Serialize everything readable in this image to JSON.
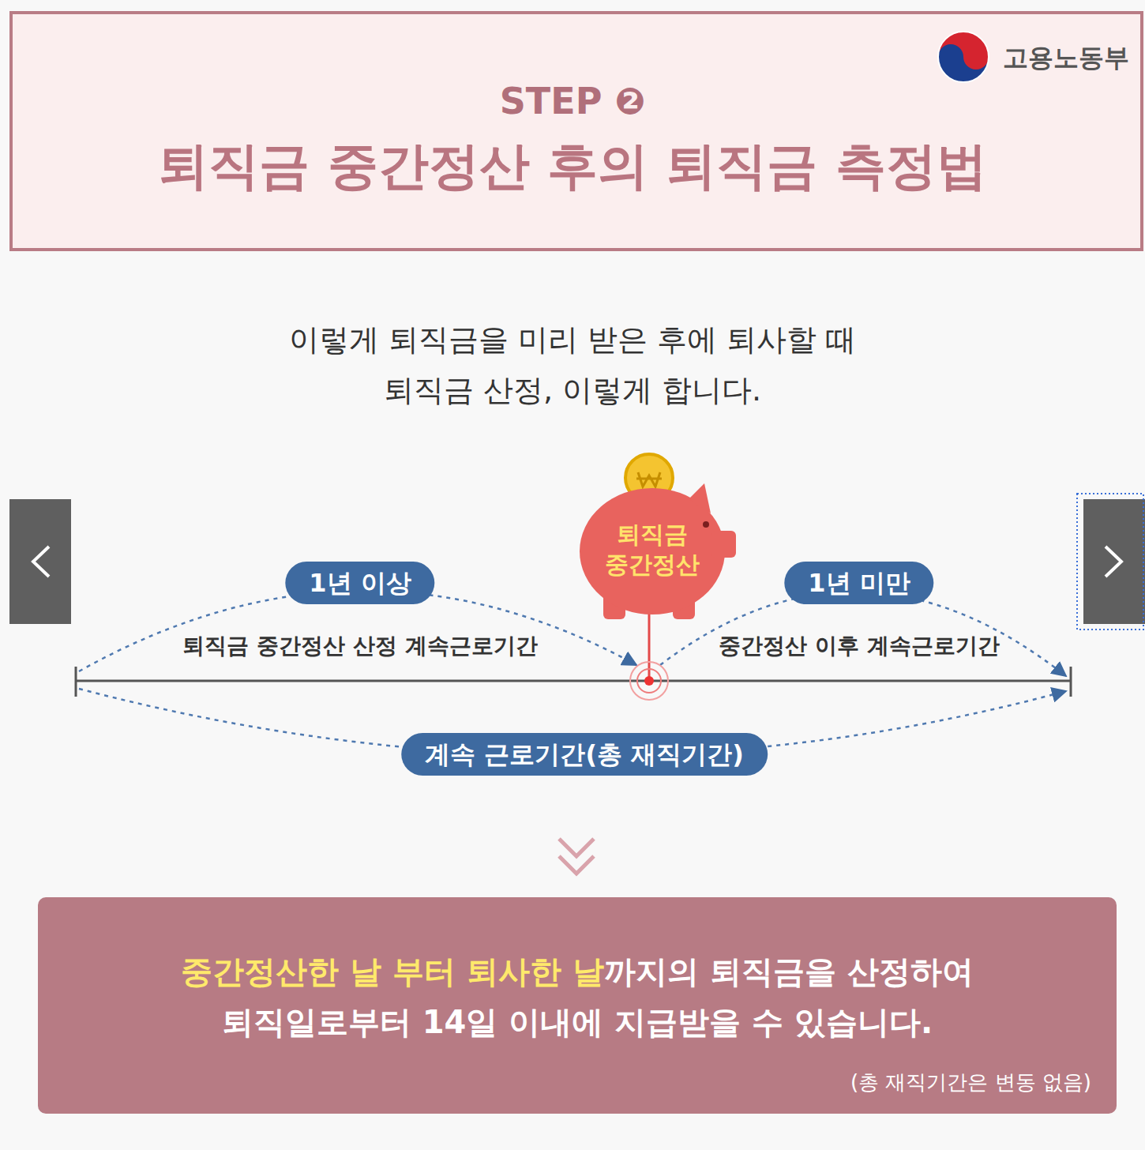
{
  "diagram": {
    "title": "퇴직금 중간정산 후의 퇴직금 측정법",
    "nodes": [
      {
        "text": [
          "퇴직금 중간정산"
        ]
      },
      {
        "text": [
          "1년 이상"
        ]
      },
      {
        "text": [
          "1년 미만"
        ]
      },
      {
        "text": [
          "계속 근로기간(총 재직기간)"
        ]
      },
      {
        "text": [
          "중간정산한 날 부터 퇴사한 날",
          "까지의 퇴직금을 산정하여 퇴직일로부터 14일 이내에 지급받을 수 있습니다.",
          "(총 재직기간은 변동 없음)"
        ]
      }
    ],
    "labels": [
      "고용노동부",
      "STEP ❷",
      "이렇게 퇴직금을 미리 받은 후에 퇴사할 때 퇴직금 산정, 이렇게 합니다.",
      "퇴직금 중간정산 산정 계속근로기간",
      "중간정산 이후 계속근로기간"
    ]
  }
}
